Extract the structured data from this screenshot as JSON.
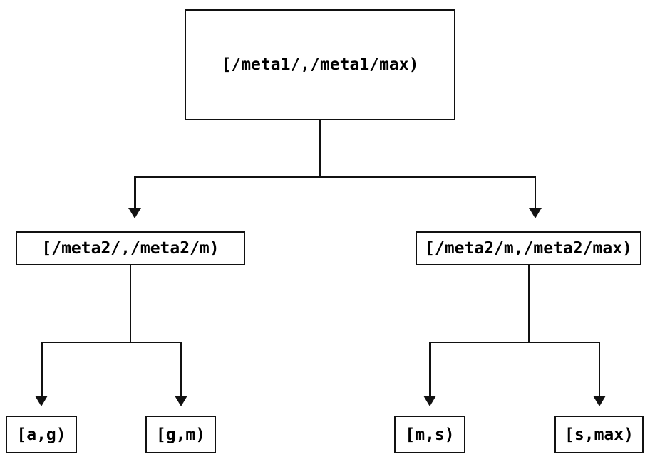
{
  "diagram": {
    "type": "interval-partition-tree",
    "background_color": "#ffffff",
    "line_color": "#111111",
    "text_color": "#000000"
  },
  "nodes": {
    "root": {
      "label": "[/meta1/,/meta1/max)"
    },
    "level1_left": {
      "label": "[/meta2/,/meta2/m)"
    },
    "level1_right": {
      "label": "[/meta2/m,/meta2/max)"
    },
    "leaf_ag": {
      "label": "[a,g)"
    },
    "leaf_gm": {
      "label": "[g,m)"
    },
    "leaf_ms": {
      "label": "[m,s)"
    },
    "leaf_smax": {
      "label": "[s,max)"
    }
  },
  "edges": [
    {
      "from": "root",
      "to": "level1_left"
    },
    {
      "from": "root",
      "to": "level1_right"
    },
    {
      "from": "level1_left",
      "to": "leaf_ag"
    },
    {
      "from": "level1_left",
      "to": "leaf_gm"
    },
    {
      "from": "level1_right",
      "to": "leaf_ms"
    },
    {
      "from": "level1_right",
      "to": "leaf_smax"
    }
  ]
}
